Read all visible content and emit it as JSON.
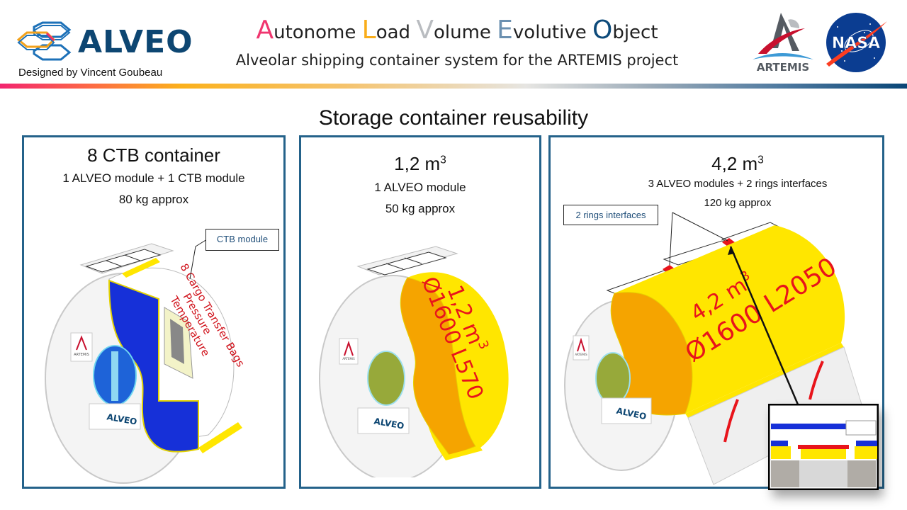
{
  "header": {
    "brand_name": "ALVEO",
    "designer": "Designed by Vincent Goubeau",
    "acronym_words": [
      {
        "cap": "A",
        "rest": "utonome ",
        "color": "#f0366f"
      },
      {
        "cap": "L",
        "rest": "oad ",
        "color": "#f9ad1a"
      },
      {
        "cap": "V",
        "rest": "olume ",
        "color": "#b9bcc0"
      },
      {
        "cap": "E",
        "rest": "volutive ",
        "color": "#6b90b0"
      },
      {
        "cap": "O",
        "rest": "bject",
        "color": "#0d4a7a"
      }
    ],
    "subtitle": "Alveolar shipping container system for the ARTEMIS project",
    "artemis_logo_text": "ARTEMIS",
    "nasa_logo_text": "NASA"
  },
  "section_title": "Storage container reusability",
  "panels": [
    {
      "title": "8 CTB container",
      "line1": "1 ALVEO module + 1 CTB module",
      "line2": "80 kg approx",
      "callout": "CTB module",
      "overlay_lines": [
        "8 Cargo Transfer Bags",
        "Pressure",
        "Temperature"
      ],
      "badge_brand": "ALVEO",
      "badge_artemis": "ARTEMIS"
    },
    {
      "title_value": "1,2 m",
      "title_sup": "3",
      "line1": "1 ALVEO module",
      "line2": "50 kg approx",
      "overlay_volume": "1,2 m",
      "overlay_volume_sup": "3",
      "overlay_dims": "Ø1600 L570",
      "badge_brand": "ALVEO",
      "badge_artemis": "ARTEMIS"
    },
    {
      "title_value": "4,2 m",
      "title_sup": "3",
      "line1": "3 ALVEO modules + 2 rings interfaces",
      "line2": "120 kg approx",
      "callout": "2 rings interfaces",
      "overlay_volume": "4,2 m",
      "overlay_volume_sup": "3",
      "overlay_dims": "Ø1600 L2050",
      "badge_brand": "ALVEO",
      "badge_artemis": "ARTEMIS"
    }
  ],
  "colors": {
    "panel_border": "#24628a",
    "brand_blue": "#0d4672",
    "cylinder_yellow": "#ffe600",
    "cylinder_orange": "#f5a400",
    "overlay_red": "#e8141b",
    "ctb_blue": "#1630d8",
    "callout_text": "#1f4e79"
  }
}
